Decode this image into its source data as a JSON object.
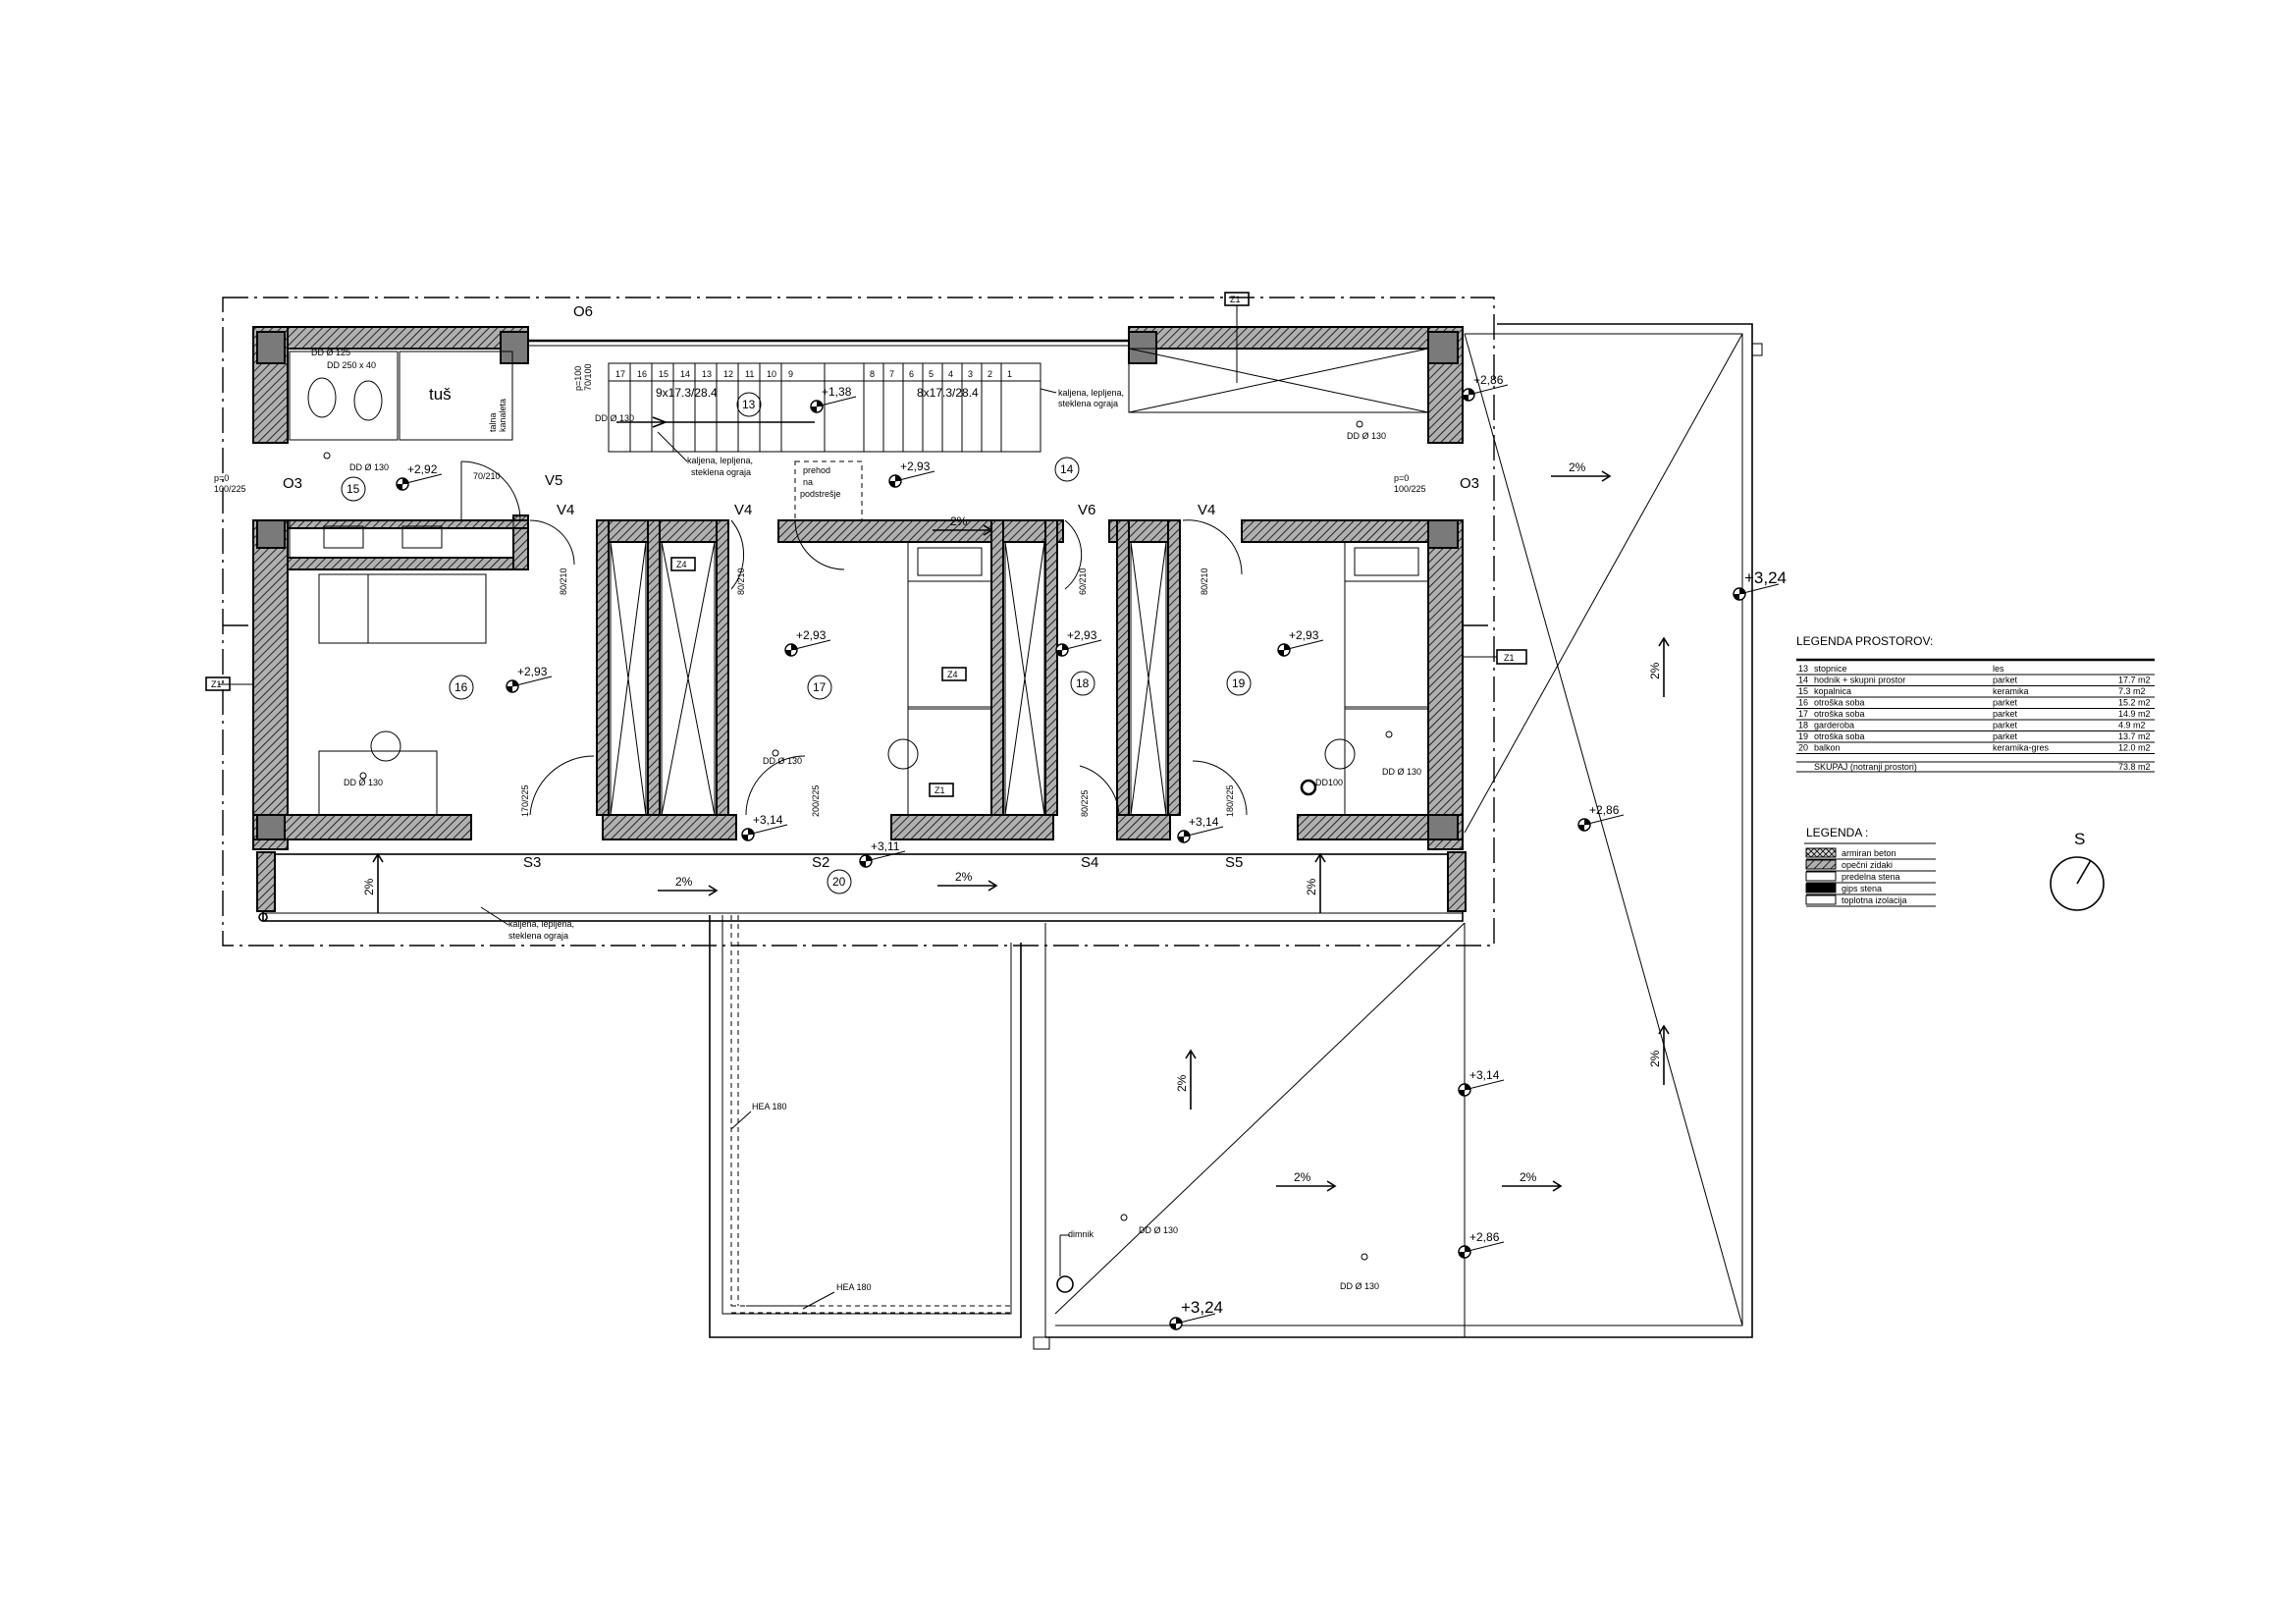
{
  "plan": {
    "axis_labels": {
      "o6": "O6",
      "o3_left": "O3",
      "o3_right": "O3"
    },
    "stairs": {
      "steps_left": [
        "17",
        "16",
        "15",
        "14",
        "13",
        "12",
        "11",
        "10",
        "9"
      ],
      "steps_right": [
        "8",
        "7",
        "6",
        "5",
        "4",
        "3",
        "2",
        "1"
      ],
      "spec_left": "9x17.3/28.4",
      "spec_right": "8x17.3/28.4",
      "room_no": "13"
    },
    "rooms": {
      "r14": "14",
      "r15": "15",
      "r16": "16",
      "r17": "17",
      "r18": "18",
      "r19": "19",
      "r20": "20"
    },
    "levels": {
      "l_292": "+2,92",
      "l_138": "+1,38",
      "l_293_hall": "+2,93",
      "l_293_16": "+2,93",
      "l_293_17": "+2,93",
      "l_293_18": "+2,93",
      "l_293_19": "+2,93",
      "l_286_top": "+2,86",
      "l_324_right": "+3,24",
      "l_286_mid": "+2,86",
      "l_314_left": "+3,14",
      "l_311": "+3,11",
      "l_314_right": "+3,14",
      "l_314_roof": "+3,14",
      "l_286_roof": "+2,86",
      "l_324_bottom": "+3,24"
    },
    "doors": {
      "v4_a": "V4",
      "v4_b": "V4",
      "v4_c": "V4",
      "v5": "V5",
      "v6": "V6",
      "d_70_210": "70/210",
      "d_80_210_a": "80/210",
      "d_80_210_b": "80/210",
      "d_60_210": "60/210",
      "d_80_210_c": "80/210",
      "d_p100_l1": "p=100",
      "d_p100_l2": "70/100",
      "d_p0_left_1": "p=0",
      "d_p0_left_2": "100/225",
      "d_p0_right_1": "p=0",
      "d_p0_right_2": "100/225",
      "d_170_225": "170/225",
      "d_200_225": "200/225",
      "d_80_225": "80/225",
      "d_180_225": "180/225"
    },
    "windows": {
      "s3": "S3",
      "s2": "S2",
      "s4": "S4",
      "s5": "S5"
    },
    "sections": {
      "z1_top": "Z1",
      "z1_left": "Z1",
      "z1_right": "Z1",
      "z1_mid": "Z1",
      "z4_a": "Z4",
      "z4_b": "Z4"
    },
    "notes": {
      "tus": "tuš",
      "tilted_1": "talna",
      "tilted_2": "kanaleta",
      "prehod_1": "prehod",
      "prehod_2": "na",
      "prehod_3": "podstrešje",
      "ograja_a_1": "kaljena, lepljena,",
      "ograja_a_2": "steklena ograja",
      "ograja_b_1": "kaljena, lepljena,",
      "ograja_b_2": "steklena ograja",
      "ograja_c_1": "kaljena, lepljena,",
      "ograja_c_2": "steklena ograja",
      "dd_1": "DD Ø 130",
      "dd_2": "DD Ø 130",
      "dd_3": "DD Ø 130",
      "dd_4": "DD Ø 130",
      "dd_5": "DD Ø 130",
      "dd_6": "DD Ø 130",
      "dd_7": "DD Ø 130",
      "dd_8": "DD Ø 130",
      "dd_9": "DD100",
      "small_1": "DD Ø 125",
      "small_2": "DD 250 x 40",
      "hea_1": "HEA 180",
      "hea_2": "HEA 180",
      "dimnik": "dimnik"
    },
    "slopes": {
      "s_a": "2%",
      "s_b": "2%",
      "s_c": "2%",
      "s_d": "2%",
      "s_e": "2%",
      "s_f": "2%",
      "s_g": "2%",
      "s_h": "2%",
      "s_i": "2%",
      "s_j": "2%",
      "s_k": "2%"
    },
    "north": "S"
  },
  "legend_rooms": {
    "title": "LEGENDA PROSTOROV:",
    "rows": [
      {
        "num": "13",
        "name": "stopnice",
        "floor": "les",
        "area": ""
      },
      {
        "num": "14",
        "name": "hodnik + skupni prostor",
        "floor": "parket",
        "area": "17.7 m2"
      },
      {
        "num": "15",
        "name": "kopalnica",
        "floor": "keramika",
        "area": "7.3 m2"
      },
      {
        "num": "16",
        "name": "otroška soba",
        "floor": "parket",
        "area": "15.2 m2"
      },
      {
        "num": "17",
        "name": "otroška soba",
        "floor": "parket",
        "area": "14.9 m2"
      },
      {
        "num": "18",
        "name": "garderoba",
        "floor": "parket",
        "area": "4.9 m2"
      },
      {
        "num": "19",
        "name": "otroška soba",
        "floor": "parket",
        "area": "13.7 m2"
      },
      {
        "num": "20",
        "name": "balkon",
        "floor": "keramika-gres",
        "area": "12.0 m2"
      }
    ],
    "total_label": "SKUPAJ (notranji prostori)",
    "total_area": "73.8 m2"
  },
  "legend_materials": {
    "title": "LEGENDA :",
    "rows": [
      "armiran beton",
      "opečni zidaki",
      "predelna stena",
      "gips stena",
      "toplotna izolacija"
    ]
  }
}
